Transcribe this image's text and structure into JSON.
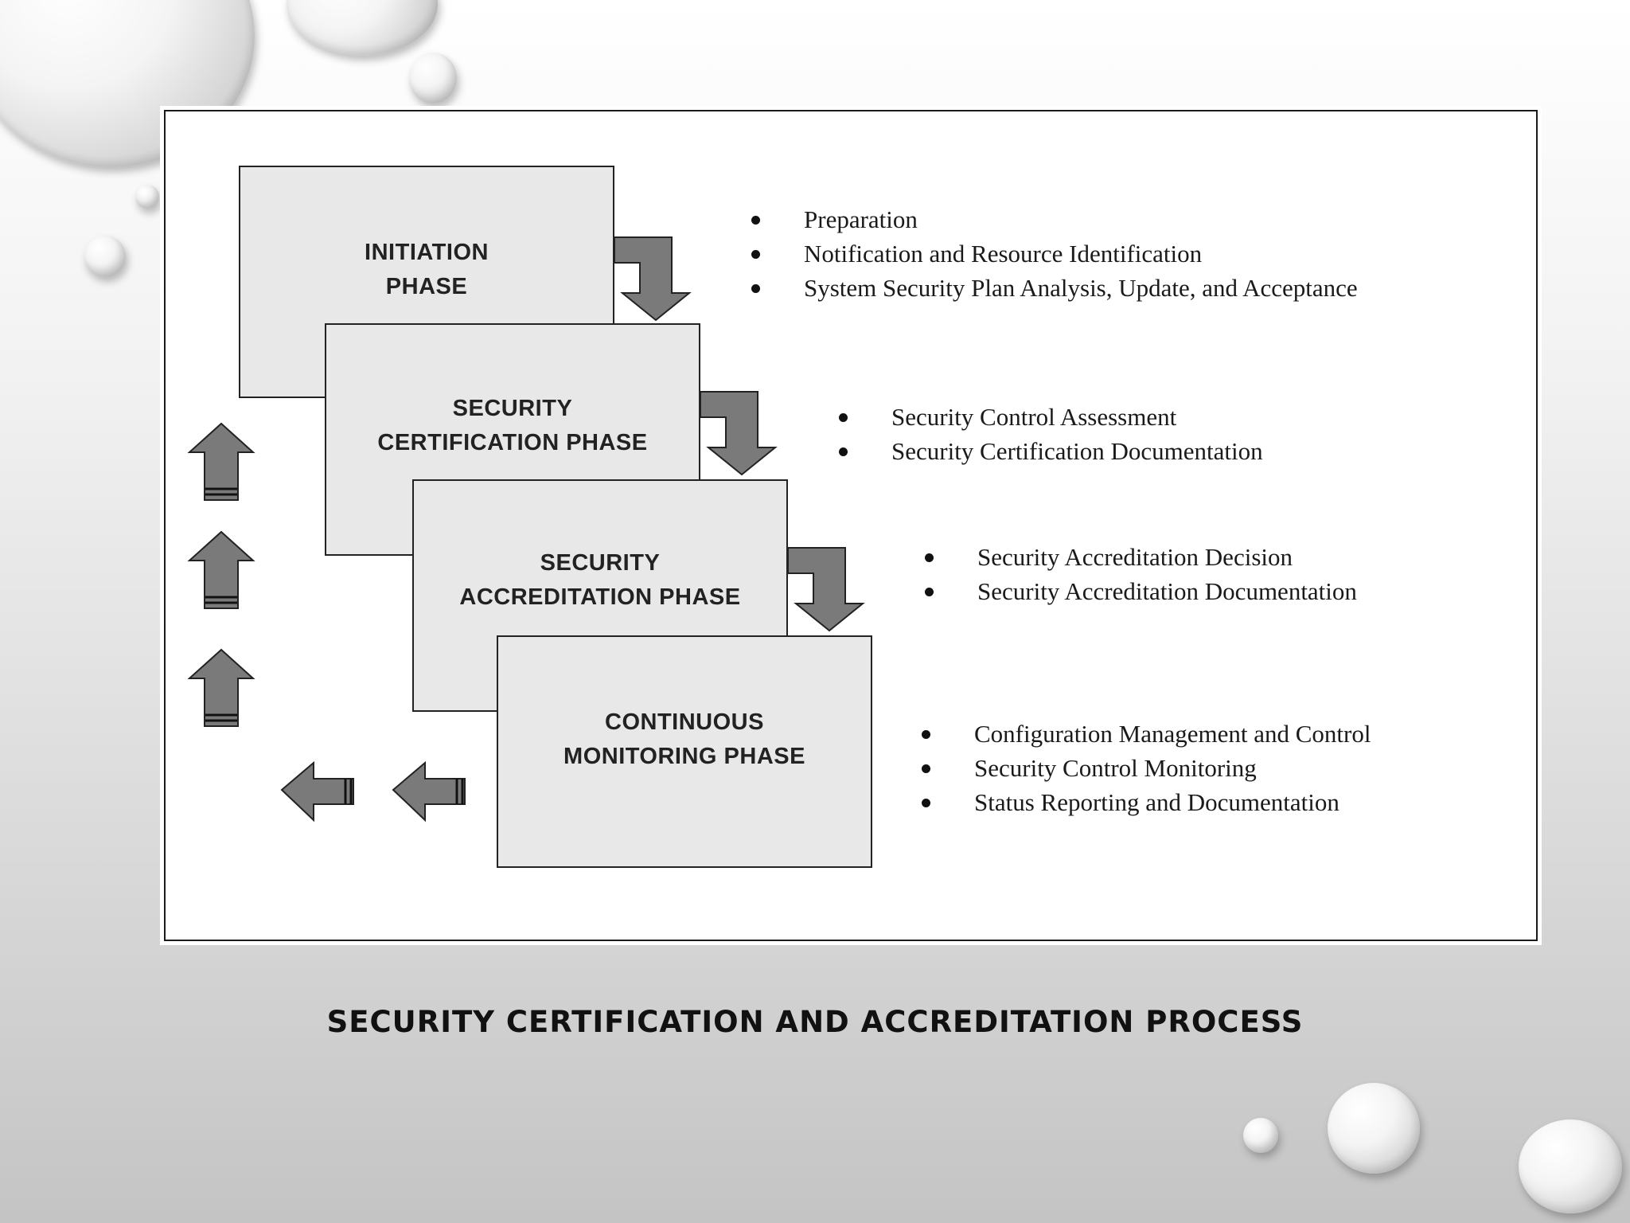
{
  "phases": [
    {
      "title_line1": "INITIATION",
      "title_line2": "PHASE",
      "activities": [
        "Preparation",
        "Notification and Resource Identification",
        "System Security Plan Analysis, Update, and Acceptance"
      ]
    },
    {
      "title_line1": "SECURITY",
      "title_line2": "CERTIFICATION PHASE",
      "activities": [
        "Security Control Assessment",
        "Security Certification Documentation"
      ]
    },
    {
      "title_line1": "SECURITY",
      "title_line2": "ACCREDITATION PHASE",
      "activities": [
        "Security Accreditation Decision",
        "Security Accreditation Documentation"
      ]
    },
    {
      "title_line1": "CONTINUOUS",
      "title_line2": "MONITORING PHASE",
      "activities": [
        "Configuration Management and Control",
        "Security Control Monitoring",
        "Status Reporting and Documentation"
      ]
    }
  ],
  "caption": "SECURITY CERTIFICATION AND ACCREDITATION PROCESS",
  "colors": {
    "box_fill": "#e8e8e8",
    "arrow_fill": "#7a7a7a",
    "outline": "#222222"
  }
}
